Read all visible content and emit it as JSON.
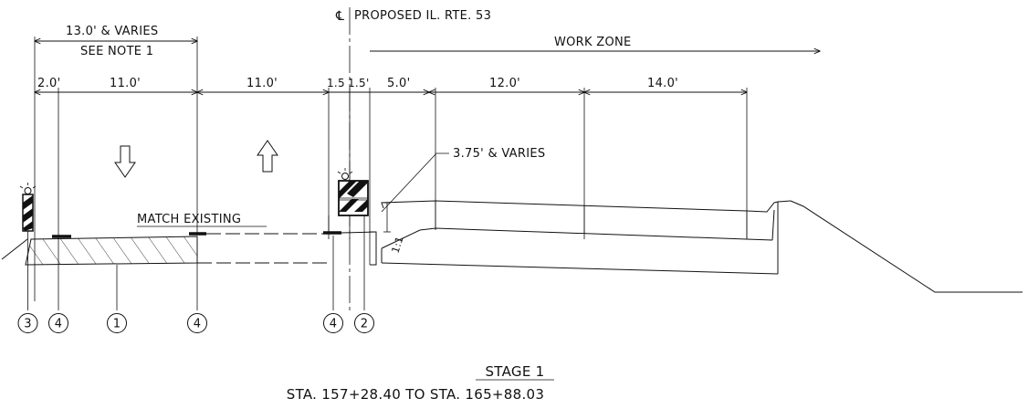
{
  "header": {
    "centerline_label": "PROPOSED IL. RTE. 53",
    "work_zone_label": "WORK ZONE",
    "top_dim": "13.0' & VARIES",
    "see_note": "SEE NOTE 1"
  },
  "dimensions": [
    "2.0'",
    "11.0'",
    "11.0'",
    "1.5",
    "1.5'",
    "5.0'",
    "12.0'",
    "14.0'"
  ],
  "annotations": {
    "varies": "3.75' & VARIES",
    "match_existing": "MATCH EXISTING",
    "slope": "1:1"
  },
  "callouts": [
    "3",
    "4",
    "1",
    "4",
    "4",
    "2"
  ],
  "footer": {
    "stage": "STAGE 1",
    "station": "STA. 157+28.40 TO STA. 165+88.03"
  }
}
